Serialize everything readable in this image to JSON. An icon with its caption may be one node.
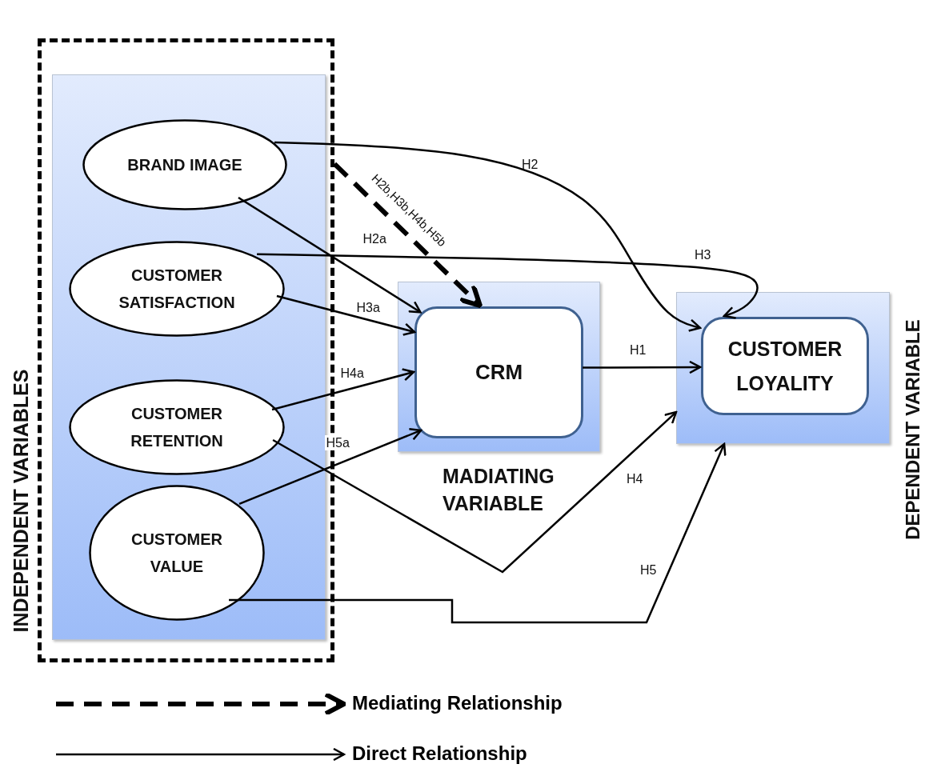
{
  "diagram": {
    "nodes": [
      {
        "text": [
          "INDEPENDENT VARIABLES"
        ]
      },
      {
        "text": [],
        "shape": "box",
        "in": 0
      },
      {
        "text": [
          "BRAND IMAGE"
        ],
        "in": 1
      },
      {
        "text": [
          "CUSTOMER SATISFACTION"
        ],
        "in": 1
      },
      {
        "text": [
          "CUSTOMER RETENTION"
        ],
        "in": 1
      },
      {
        "text": [
          "CUSTOMER VALUE"
        ],
        "in": 1
      },
      {
        "text": [
          "MADIATING VARIABLE"
        ]
      },
      {
        "text": [
          "CRM"
        ],
        "in": 6
      },
      {
        "text": [
          "DEPENDENT VARIABLE"
        ]
      },
      {
        "text": [
          "CUSTOMER LOYALITY"
        ],
        "in": 8
      }
    ],
    "edges": [
      {
        "from": 2,
        "to": 9,
        "arrow": "to",
        "label": "H2"
      },
      {
        "from": 2,
        "to": 7,
        "arrow": "to",
        "label": "H2a"
      },
      {
        "from": 0,
        "to": 7,
        "arrow": "to",
        "label": "H2b,H3b,H4b,H5b",
        "style": "dashed"
      },
      {
        "from": 3,
        "to": 9,
        "arrow": "to",
        "label": "H3"
      },
      {
        "from": 3,
        "to": 7,
        "arrow": "to",
        "label": "H3a"
      },
      {
        "from": 4,
        "to": 7,
        "arrow": "to",
        "label": "H4a"
      },
      {
        "from": 4,
        "to": 8,
        "arrow": "to",
        "label": "H4"
      },
      {
        "from": 5,
        "to": 7,
        "arrow": "to",
        "label": "H5a"
      },
      {
        "from": 5,
        "to": 8,
        "arrow": "to",
        "label": "H5"
      },
      {
        "from": 7,
        "to": 9,
        "arrow": "to",
        "label": "H1"
      }
    ],
    "legend": [
      {
        "text": "Mediating Relationship"
      },
      {
        "text": "Direct Relationship"
      }
    ]
  }
}
